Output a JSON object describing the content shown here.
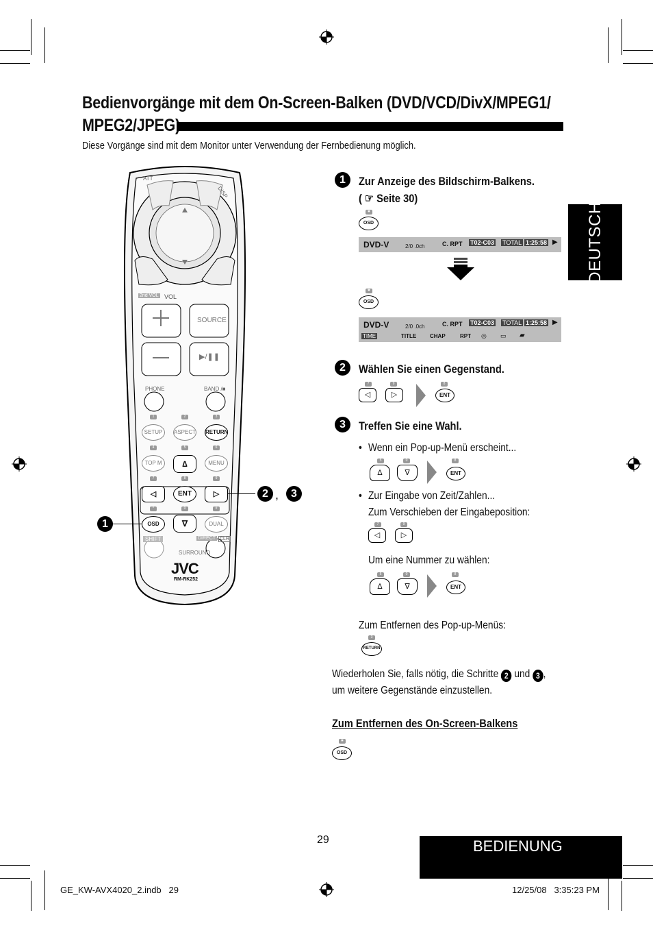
{
  "title_line1": "Bedienvorgänge mit dem On-Screen-Balken (DVD/VCD/DivX/MPEG1/",
  "title_line2": "MPEG2/JPEG)",
  "intro": "Diese Vorgänge sind mit dem Monitor unter Verwendung der Fernbedienung möglich.",
  "side_tab": "DEUTSCH",
  "bottom_tab": "BEDIENUNG",
  "page_number": "29",
  "footer_left": "GE_KW-AVX4020_2.indb   29",
  "footer_right": "12/25/08   3:35:23 PM",
  "steps": [
    {
      "num": "1",
      "title_a": "Zur Anzeige des Bildschirm-Balkens.",
      "title_b": "( ☞ Seite 30)"
    },
    {
      "num": "2",
      "title_a": "Wählen Sie einen Gegenstand."
    },
    {
      "num": "3",
      "title_a": "Treffen Sie eine Wahl."
    }
  ],
  "step3": {
    "bullet1": "Wenn ein Pop-up-Menü erscheint...",
    "bullet2a": "Zur Eingabe von Zeit/Zahlen...",
    "bullet2b": "Zum Verschieben der Eingabeposition:",
    "number_select": "Um eine Nummer zu wählen:",
    "remove_popup": "Zum Entfernen des Pop-up-Menüs:"
  },
  "repeat_a": "Wiederholen Sie, falls nötig, die Schritte",
  "repeat_und": "und",
  "repeat_b": "um weitere Gegenstände einzustellen.",
  "remove_heading": "Zum Entfernen des On-Screen-Balkens",
  "buttons": {
    "osd": "OSD",
    "ent": "ENT",
    "return": "RETURN",
    "up": "∆",
    "down": "∇",
    "left": "◁",
    "right": "▷"
  },
  "osd_bar": {
    "dvd": "DVD-V",
    "audio": "2/0 .0ch",
    "crpt": "C. RPT",
    "chapter": "T02-C03",
    "total_label": "TOTAL",
    "total": "1:25:58",
    "items": [
      "TIME",
      "TITLE",
      "CHAP",
      "RPT"
    ]
  },
  "remote": {
    "att": "ATT",
    "disp": "DISP",
    "vol_2nd": "2nd VOL",
    "vol": "VOL",
    "source": "SOURCE",
    "phone": "PHONE",
    "band": "BAND /■",
    "setup": "SETUP",
    "aspect": "ASPECT",
    "return": "RETURN",
    "topm": "TOP M",
    "menu": "MENU",
    "ent": "ENT",
    "osd": "OSD",
    "dual": "DUAL",
    "shift": "SHIFT",
    "direct": "DIRECT",
    "clr": "CLR",
    "surround": "SURROUND",
    "brand": "JVC",
    "model": "RM-RK252",
    "numkeys": [
      "1",
      "2",
      "3",
      "4",
      "5",
      "6",
      "7",
      "8",
      "9",
      "*",
      "0",
      "#"
    ],
    "callout_left": "1",
    "callout_right_a": "2",
    "callout_right_b": "3"
  }
}
